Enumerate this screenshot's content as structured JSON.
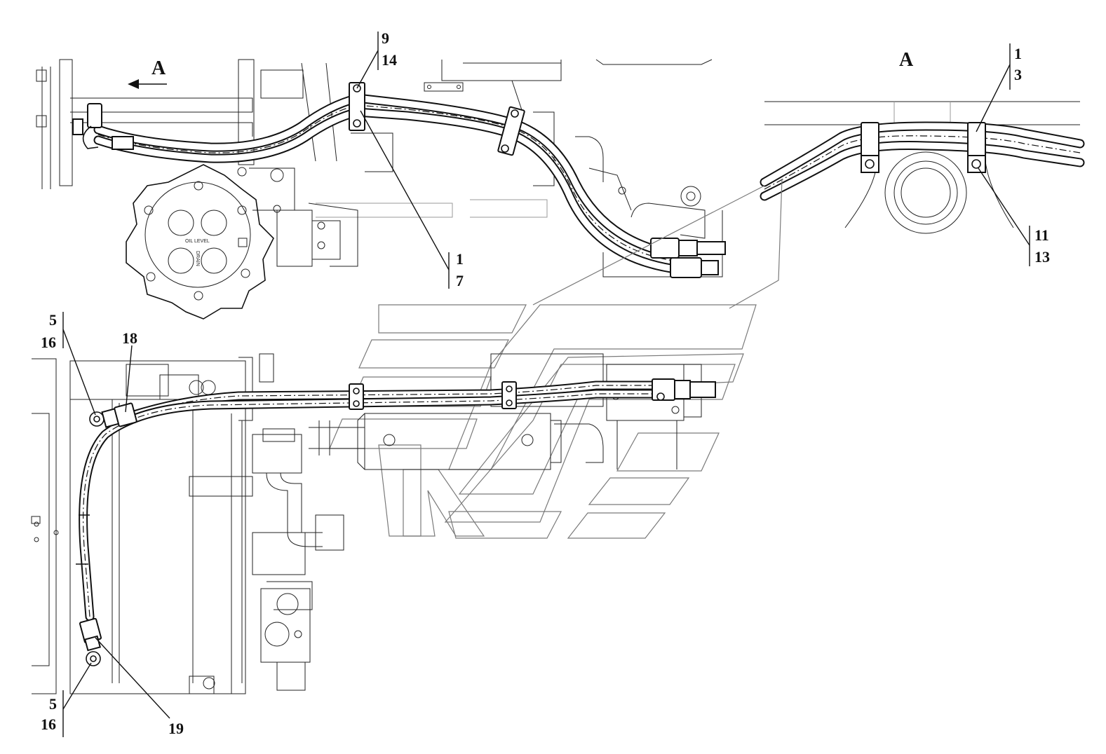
{
  "view_a": {
    "arrow_label": "A",
    "detail_title": "A"
  },
  "callouts": {
    "top_clamp": {
      "top": "9",
      "bottom": "14"
    },
    "hose_main": {
      "top": "1",
      "bottom": "7"
    },
    "detail_clamp": {
      "top": "1",
      "bottom": "3"
    },
    "detail_bolt": {
      "top": "11",
      "bottom": "13"
    },
    "upper_fitting": {
      "top": "5",
      "bottom": "16"
    },
    "lower_fitting": {
      "top": "5",
      "bottom": "16"
    },
    "sleeve_upper": "18",
    "sleeve_lower": "19"
  },
  "axle_label": {
    "line1": "OIL LEVEL",
    "line2": "DRAIN"
  }
}
